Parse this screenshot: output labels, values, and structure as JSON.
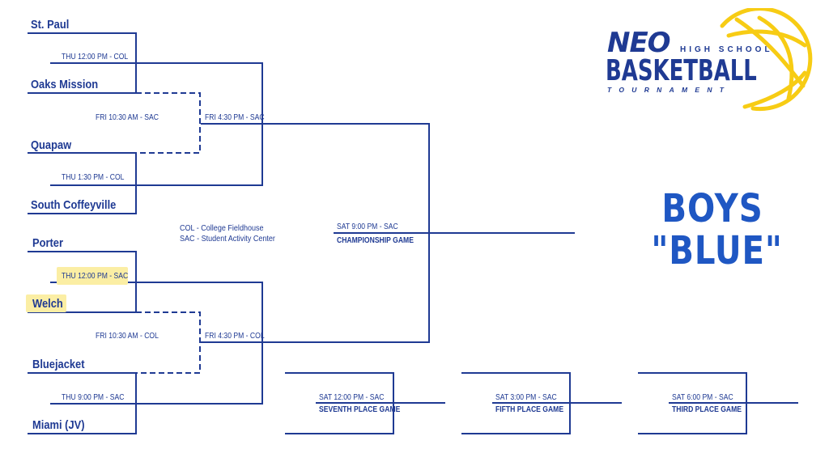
{
  "colors": {
    "line": "#1f3a93",
    "text": "#1f3a93",
    "title": "#1f57c3",
    "logo_accent": "#f7cc14",
    "highlight": "#fbeea4"
  },
  "logo": {
    "neo": "NEO",
    "high_school": "HIGH SCHOOL",
    "basketball": "BASKETBALL",
    "tournament": "TOURNAMENT",
    "icon": "basketball-icon"
  },
  "division": {
    "line1": "BOYS",
    "line2": "\"BLUE\""
  },
  "legend": {
    "col": "COL - College Fieldhouse",
    "sac": "SAC - Student Activity Center"
  },
  "teams": [
    "St. Paul",
    "Oaks Mission",
    "Quapaw",
    "South Coffeyville",
    "Porter",
    "Welch",
    "Bluejacket",
    "Miami (JV)"
  ],
  "highlighted_team": "Welch",
  "games": {
    "r1_g1": "THU 12:00 PM - COL",
    "r1_g2": "THU 1:30 PM - COL",
    "r1_g3": "THU 12:00 PM - SAC",
    "r1_g4": "THU 9:00 PM - SAC",
    "cons_top": "FRI 10:30 AM - SAC",
    "cons_bottom": "FRI 10:30 AM - COL",
    "semi_top": "FRI 4:30 PM - SAC",
    "semi_bottom": "FRI 4:30 PM - COL",
    "championship_time": "SAT 9:00 PM - SAC",
    "championship_title": "CHAMPIONSHIP GAME",
    "seventh_time": "SAT 12:00 PM - SAC",
    "seventh_title": "SEVENTH PLACE GAME",
    "fifth_time": "SAT 3:00 PM - SAC",
    "fifth_title": "FIFTH PLACE GAME",
    "third_time": "SAT 6:00 PM - SAC",
    "third_title": "THIRD PLACE GAME"
  }
}
